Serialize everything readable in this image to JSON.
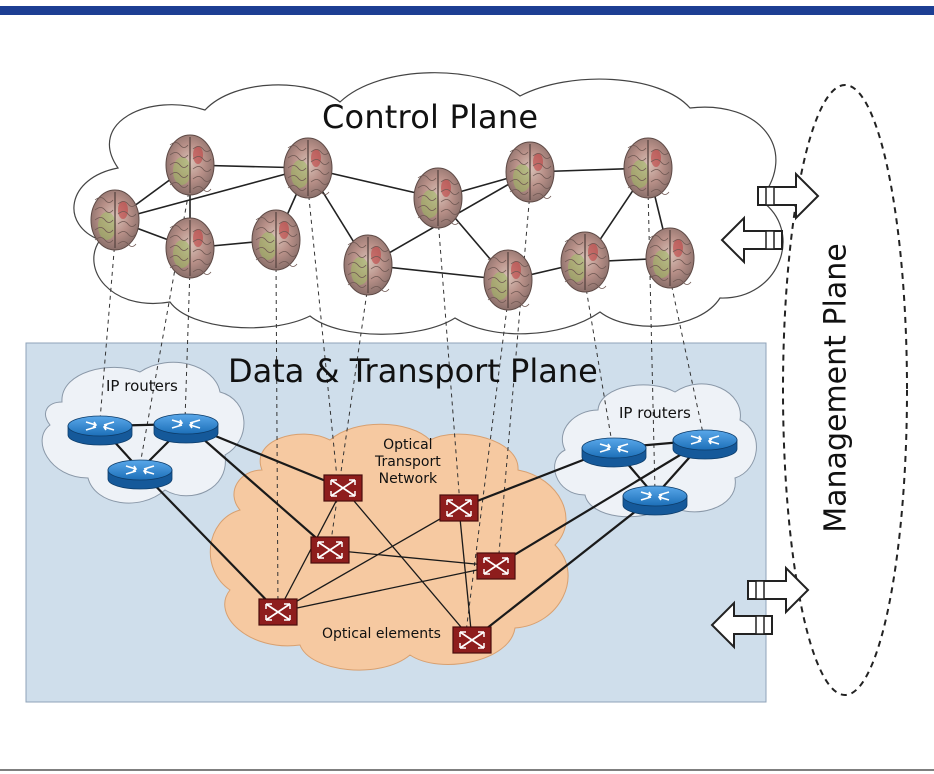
{
  "planes": {
    "control": "Control Plane",
    "data_transport": "Data & Transport Plane",
    "management": "Management Plane"
  },
  "labels": {
    "left_routers": "IP routers",
    "right_routers": "IP routers",
    "optical_transport_network": "Optical\nTransport\nNetwork",
    "optical_elements": "Optical elements"
  },
  "colors": {
    "top_bar": "#1d3e93",
    "data_plane_fill": "#cfdeeb",
    "otn_cloud": "#f6c9a1",
    "router_cloud": "#eef2f7",
    "router_blue": "#1b78c9",
    "optical_switch": "#8e1d1d",
    "brain_pink": "#c8a19a",
    "brain_green": "#9cbb62"
  },
  "icons": {
    "controller": "brain-icon",
    "router": "router-icon",
    "optical_switch": "optical-cross-connect-icon",
    "interface": "double-arrow-icon"
  }
}
